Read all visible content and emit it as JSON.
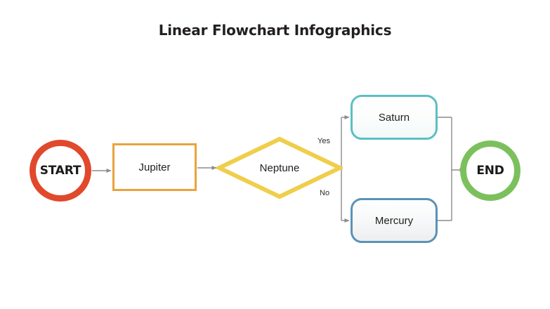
{
  "slide": {
    "title": "Linear Flowchart Infographics",
    "background_color": "#ffffff"
  },
  "flowchart": {
    "nodes": [
      {
        "id": "start",
        "shape": "circle",
        "label": "START",
        "border_color": "#e0492c",
        "fill_color": "#ffffff"
      },
      {
        "id": "jupiter",
        "shape": "rectangle",
        "label": "Jupiter",
        "border_color": "#e9a33e",
        "fill_color": "#ffffff"
      },
      {
        "id": "neptune",
        "shape": "diamond",
        "label": "Neptune",
        "border_color": "#efce4a",
        "fill_color": "#ffffff"
      },
      {
        "id": "saturn",
        "shape": "rounded-rectangle",
        "label": "Saturn",
        "border_color": "#5cbfc3",
        "fill_color": "#f5fafa"
      },
      {
        "id": "mercury",
        "shape": "rounded-rectangle",
        "label": "Mercury",
        "border_color": "#5b92b7",
        "fill_color": "#eef0f2"
      },
      {
        "id": "end",
        "shape": "circle",
        "label": "END",
        "border_color": "#7cc05e",
        "fill_color": "#ffffff"
      }
    ],
    "branch_labels": {
      "yes": "Yes",
      "no": "No"
    },
    "connector_color": "#8c8c8c"
  }
}
